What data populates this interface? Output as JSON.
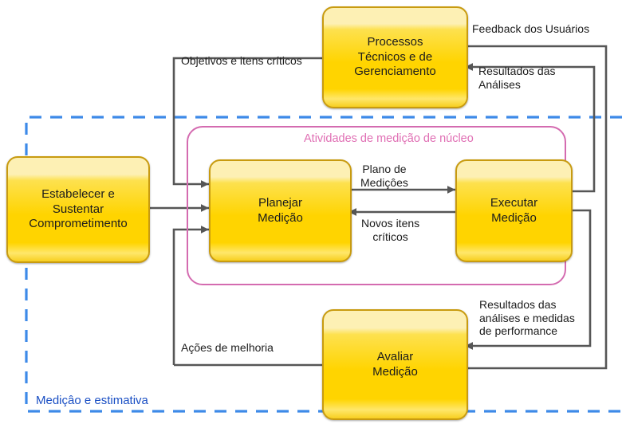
{
  "diagram": {
    "boundary": {
      "label": "Mediçâo e estimativa",
      "color": "#3d8ae8",
      "style": "dashed"
    },
    "group": {
      "title": "Atividades de medição de núcleo",
      "color": "#d46bb0"
    },
    "nodes": [
      {
        "id": "processos",
        "label": "Processos\nTécnicos e de\nGerenciamento"
      },
      {
        "id": "estabelecer",
        "label": "Estabelecer e\nSustentar\nComprometimento"
      },
      {
        "id": "planejar",
        "label": "Planejar\nMedição"
      },
      {
        "id": "executar",
        "label": "Executar\nMedição"
      },
      {
        "id": "avaliar",
        "label": "Avaliar\nMedição"
      }
    ],
    "edges": [
      {
        "id": "objetivos",
        "label": "Objetivos e itens críticos",
        "from": "processos",
        "to": "planejar"
      },
      {
        "id": "feedback",
        "label": "Feedback dos Usuários",
        "from": "avaliar",
        "to": "processos"
      },
      {
        "id": "resultados-analises",
        "label": "Resultados das\nAnálises",
        "from": "executar",
        "to": "processos"
      },
      {
        "id": "plano-medicoes",
        "label": "Plano de\nMediçôes",
        "from": "planejar",
        "to": "executar"
      },
      {
        "id": "novos-itens",
        "label": "Novos itens\ncríticos",
        "from": "executar",
        "to": "planejar"
      },
      {
        "id": "resultados-performance",
        "label": "Resultados das\nanálises e medidas\nde performance",
        "from": "executar",
        "to": "avaliar"
      },
      {
        "id": "acoes-melhoria",
        "label": "Ações de melhoria",
        "from": "avaliar",
        "to": "planejar"
      }
    ],
    "colors": {
      "node_border": "#c89b10",
      "node_fill_top": "#fdf0b4",
      "node_fill_bottom": "#ffd400",
      "line": "#565656",
      "boundary": "#3d8ae8",
      "group": "#d46bb0"
    }
  }
}
